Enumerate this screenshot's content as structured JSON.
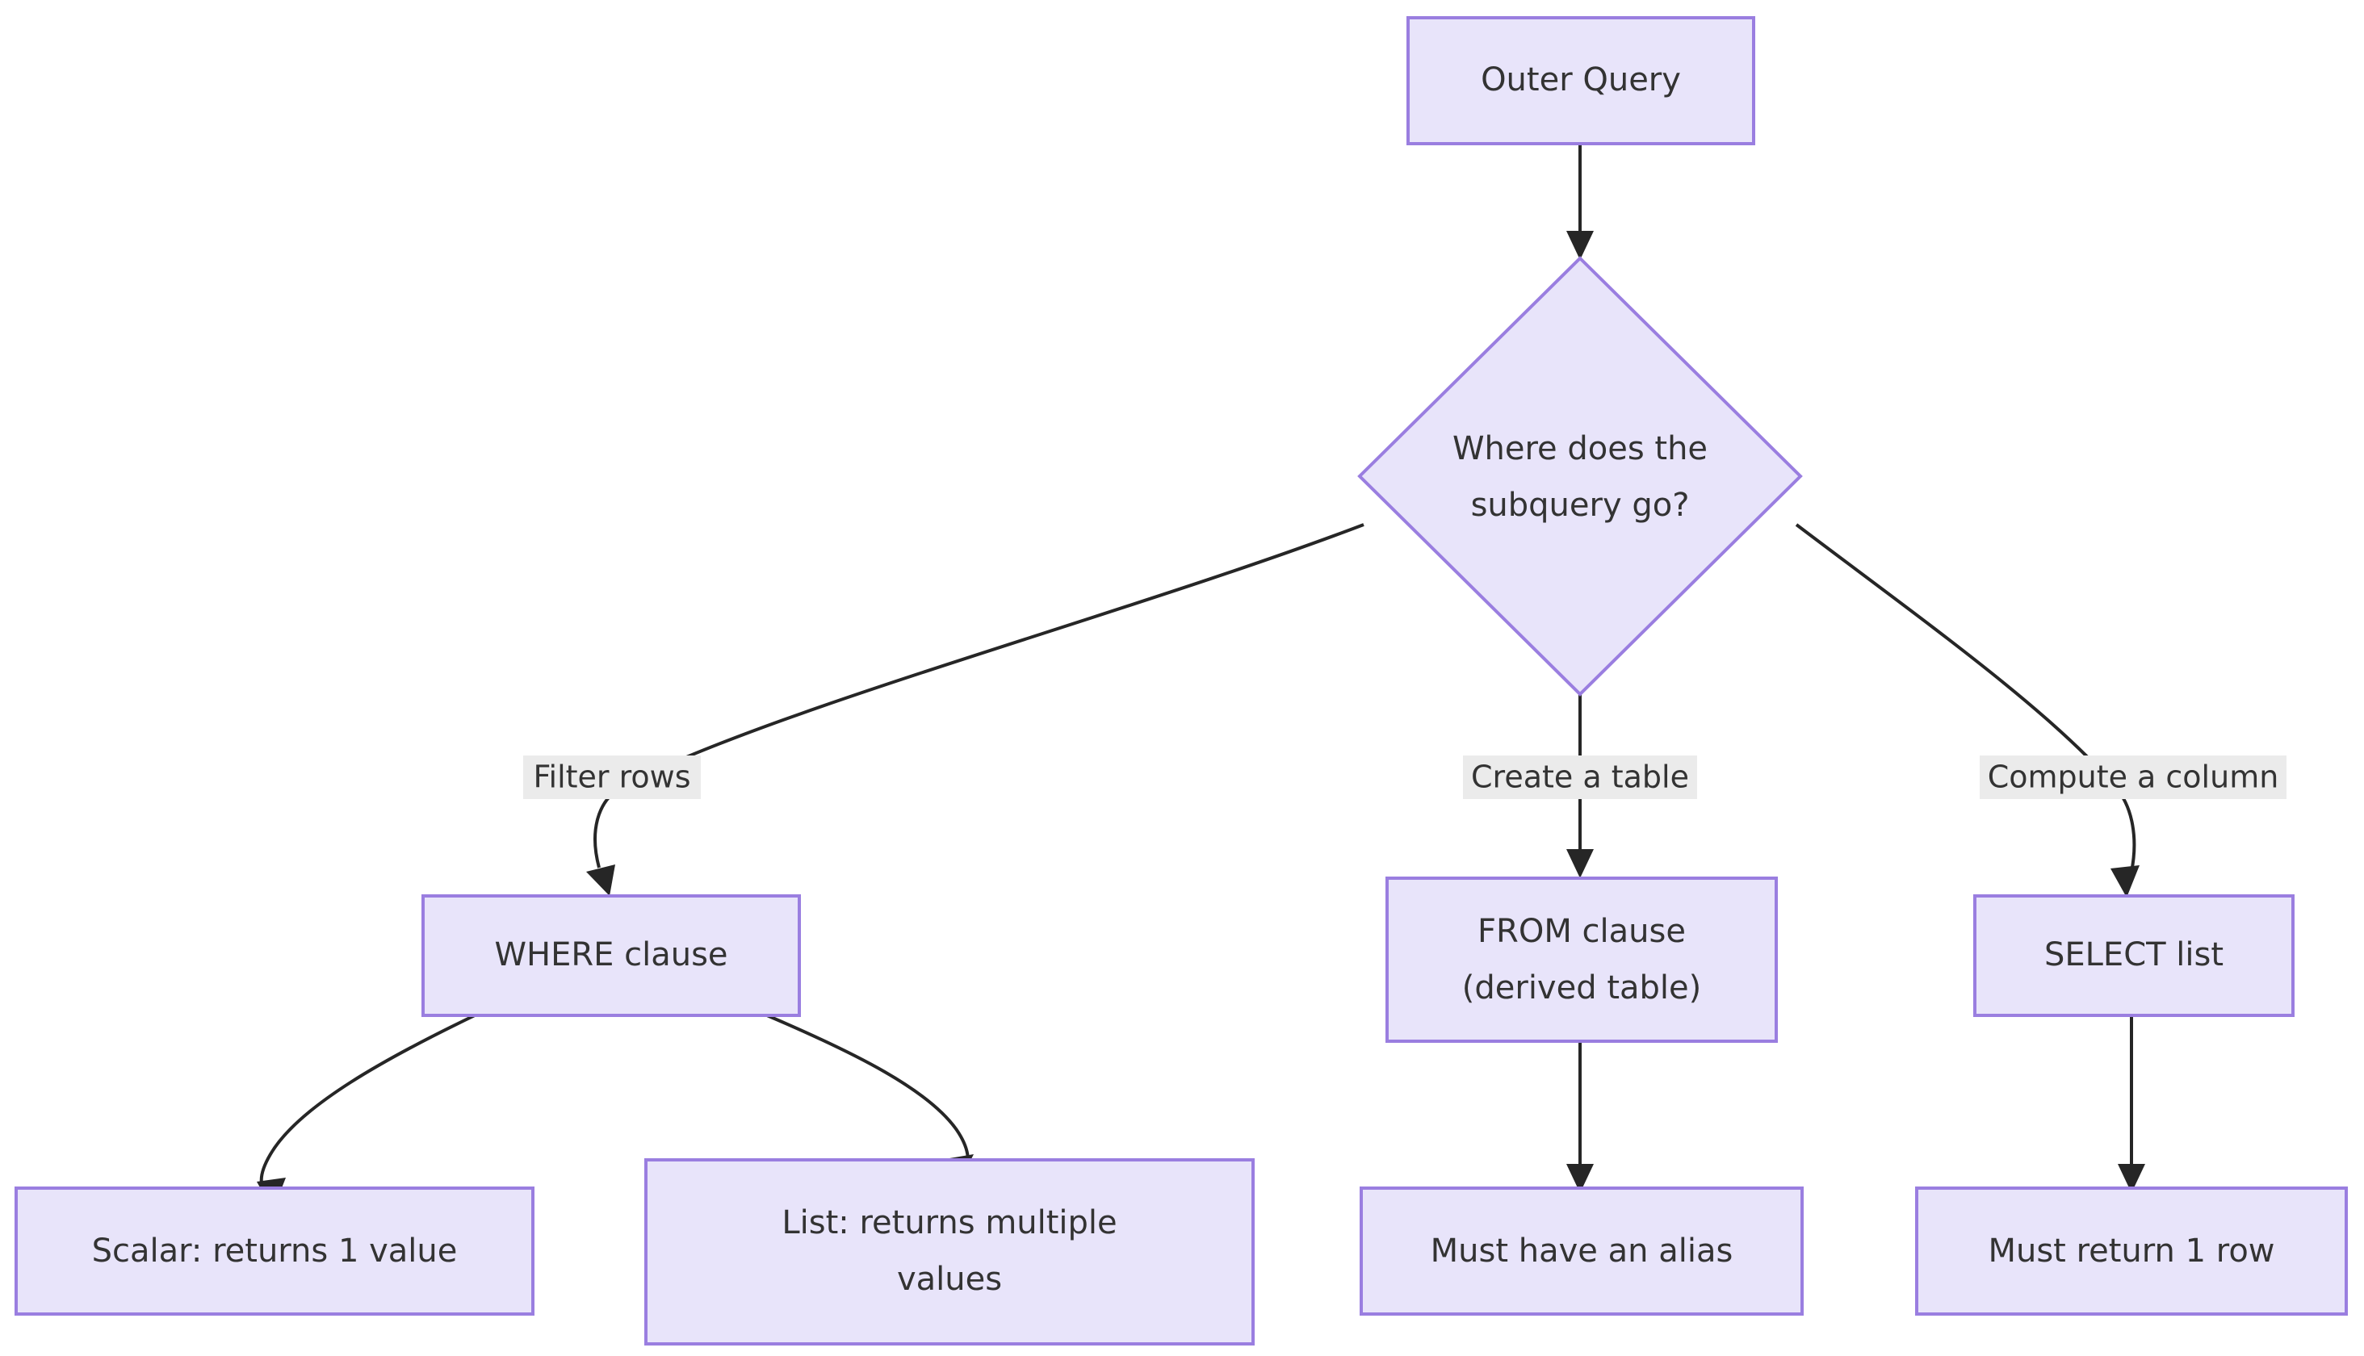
{
  "diagram": {
    "type": "flowchart",
    "direction": "top-down",
    "theme": {
      "node_fill": "#e8e4fa",
      "node_border": "#9a7ee0",
      "edge_color": "#262626",
      "edge_label_bg": "#ebebeb",
      "text_color": "#333333",
      "background": "#ffffff"
    },
    "nodes": [
      {
        "id": "outer_query",
        "shape": "rect",
        "label": "Outer Query",
        "lines": [
          "Outer Query"
        ]
      },
      {
        "id": "decision",
        "shape": "diamond",
        "label": "Where does the subquery go?",
        "lines": [
          "Where does the",
          "subquery go?"
        ]
      },
      {
        "id": "where_clause",
        "shape": "rect",
        "label": "WHERE clause",
        "lines": [
          "WHERE clause"
        ]
      },
      {
        "id": "from_clause",
        "shape": "rect",
        "label": "FROM clause (derived table)",
        "lines": [
          "FROM clause",
          "(derived table)"
        ]
      },
      {
        "id": "select_list",
        "shape": "rect",
        "label": "SELECT list",
        "lines": [
          "SELECT list"
        ]
      },
      {
        "id": "scalar",
        "shape": "rect",
        "label": "Scalar: returns 1 value",
        "lines": [
          "Scalar: returns 1 value"
        ]
      },
      {
        "id": "list",
        "shape": "rect",
        "label": "List: returns multiple values",
        "lines": [
          "List: returns multiple",
          "values"
        ]
      },
      {
        "id": "alias",
        "shape": "rect",
        "label": "Must have an alias",
        "lines": [
          "Must have an alias"
        ]
      },
      {
        "id": "one_row",
        "shape": "rect",
        "label": "Must return 1 row",
        "lines": [
          "Must return 1 row"
        ]
      }
    ],
    "edges": [
      {
        "from": "outer_query",
        "to": "decision",
        "label": ""
      },
      {
        "from": "decision",
        "to": "where_clause",
        "label": "Filter rows"
      },
      {
        "from": "decision",
        "to": "from_clause",
        "label": "Create a table"
      },
      {
        "from": "decision",
        "to": "select_list",
        "label": "Compute a column"
      },
      {
        "from": "where_clause",
        "to": "scalar",
        "label": ""
      },
      {
        "from": "where_clause",
        "to": "list",
        "label": ""
      },
      {
        "from": "from_clause",
        "to": "alias",
        "label": ""
      },
      {
        "from": "select_list",
        "to": "one_row",
        "label": ""
      }
    ],
    "edge_labels": {
      "filter_rows": "Filter rows",
      "create_a_table": "Create a table",
      "compute_a_column": "Compute a column"
    }
  }
}
